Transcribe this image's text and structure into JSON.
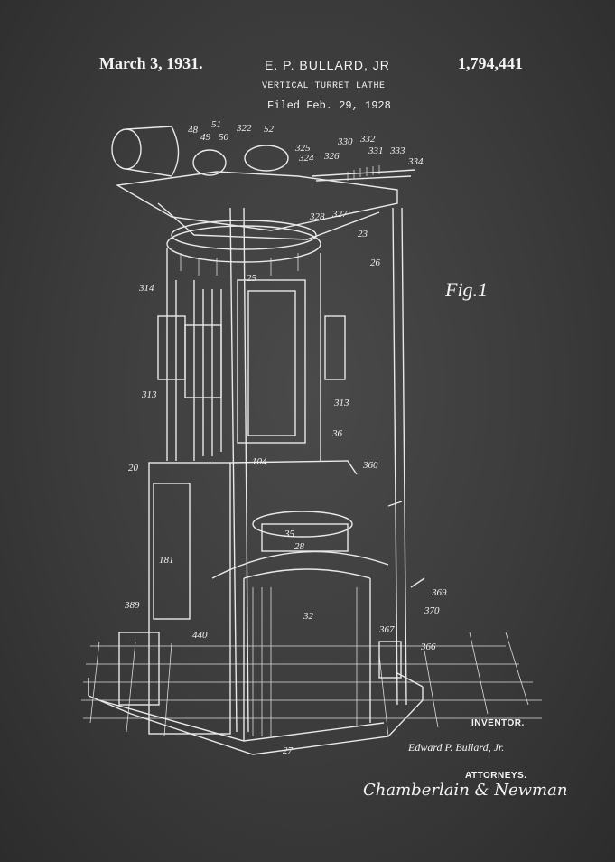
{
  "header": {
    "date": "March 3, 1931.",
    "inventor": "E. P. BULLARD, JR",
    "patent_number": "1,794,441",
    "title": "VERTICAL TURRET LATHE",
    "filed": "Filed Feb. 29, 1928"
  },
  "figure_label": "Fig.1",
  "reference_numerals": [
    "48",
    "51",
    "322",
    "52",
    "49",
    "50",
    "325",
    "330",
    "332",
    "331",
    "333",
    "334",
    "324",
    "326",
    "328",
    "327",
    "23",
    "26",
    "25",
    "314",
    "313",
    "313",
    "36",
    "20",
    "104",
    "360",
    "35",
    "28",
    "181",
    "369",
    "370",
    "389",
    "440",
    "32",
    "367",
    "366",
    "27"
  ],
  "footer": {
    "inventor_label": "INVENTOR.",
    "inventor_signature": "Edward P. Bullard, Jr.",
    "attorneys_label": "ATTORNEYS.",
    "attorneys_signature": "Chamberlain & Newman"
  }
}
